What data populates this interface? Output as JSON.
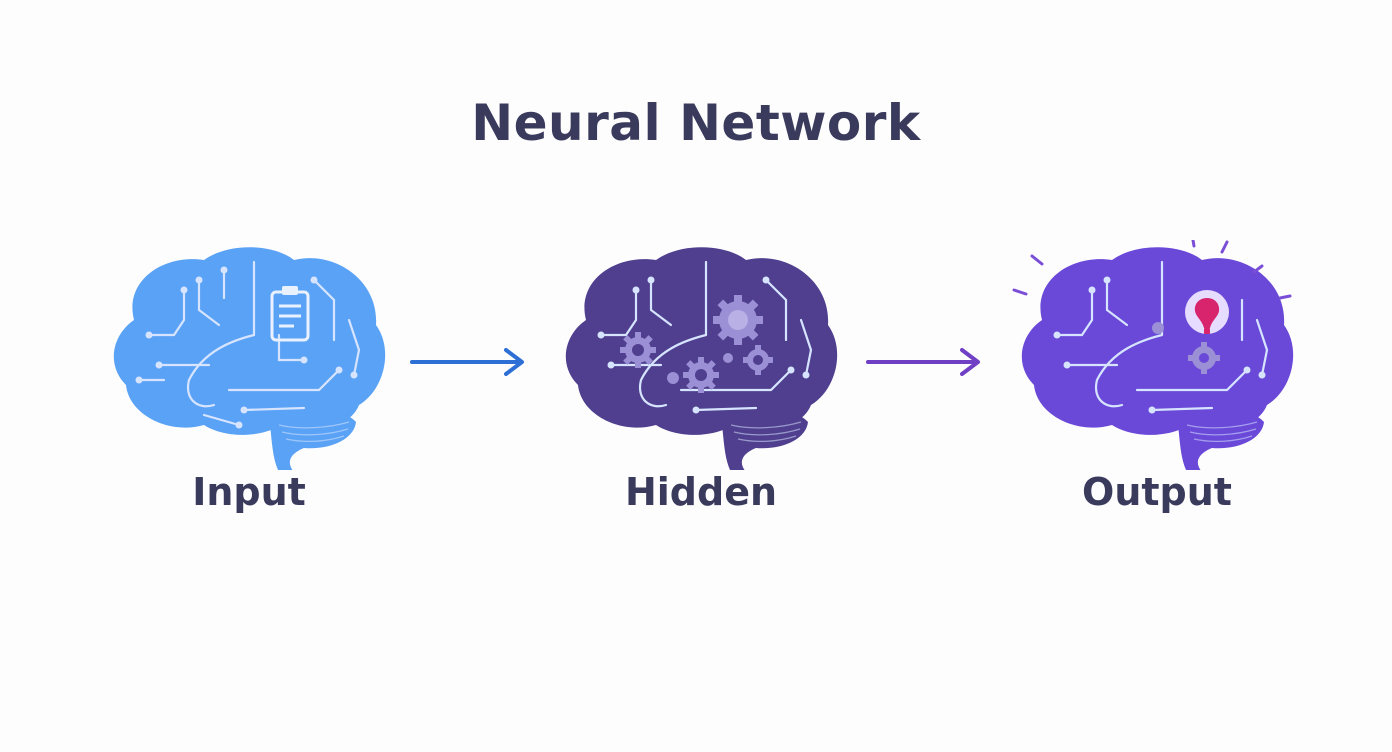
{
  "diagram": {
    "title": "Neural Network",
    "stages": [
      {
        "label": "Input",
        "color": "#5aa2f5",
        "icon": "clipboard-icon"
      },
      {
        "label": "Hidden",
        "color": "#4f3f8e",
        "icon": "gears-icon"
      },
      {
        "label": "Output",
        "color": "#6a48d8",
        "icon": "lightbulb-icon"
      }
    ],
    "arrows": [
      {
        "from": "Input",
        "to": "Hidden",
        "color": "#2d6fd4"
      },
      {
        "from": "Hidden",
        "to": "Output",
        "color": "#6f3fc4"
      }
    ],
    "colors": {
      "title": "#3a3a5c",
      "circuit_lines": "#d6e4ff",
      "bulb_accent": "#d8246c"
    }
  }
}
